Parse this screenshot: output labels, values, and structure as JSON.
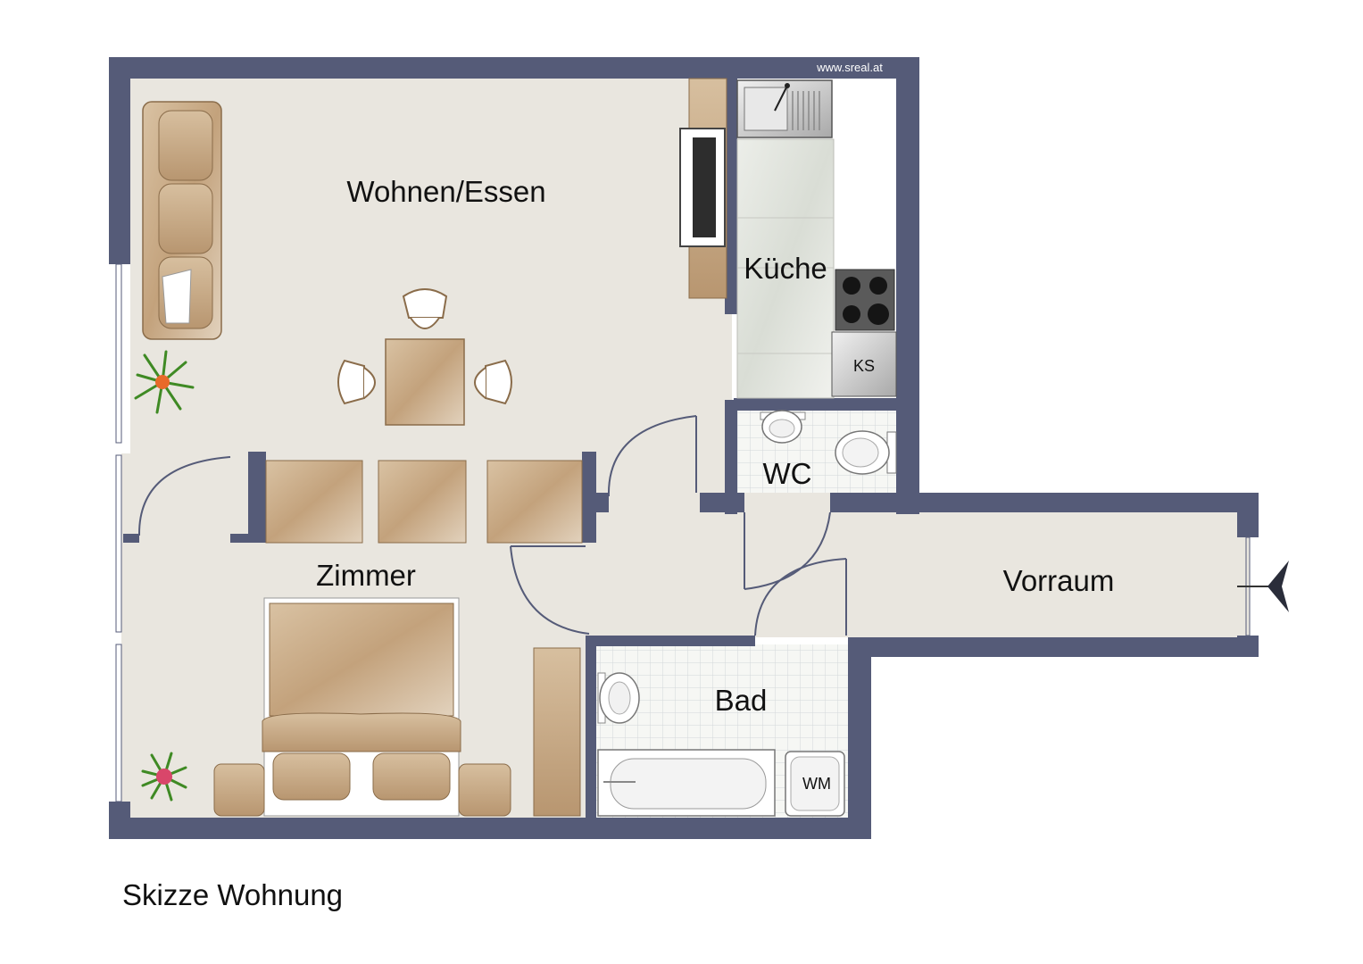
{
  "watermark": "www.sreal.at",
  "caption": "Skizze Wohnung",
  "rooms": {
    "wohnen_essen": "Wohnen/Essen",
    "kueche": "Küche",
    "wc": "WC",
    "zimmer": "Zimmer",
    "vorraum": "Vorraum",
    "bad": "Bad"
  },
  "appliances": {
    "kuehlschrank": "KS",
    "waschmaschine": "WM"
  },
  "colors": {
    "wall": "#555b78",
    "floor": "#e9e6df",
    "tile": "#f4f5f2",
    "furniture": "#c8aa86",
    "furniture_dark": "#a98a66",
    "counter": "#e3e4df",
    "plant_green": "#4e9a2e",
    "plant_orange": "#e86a2a"
  }
}
